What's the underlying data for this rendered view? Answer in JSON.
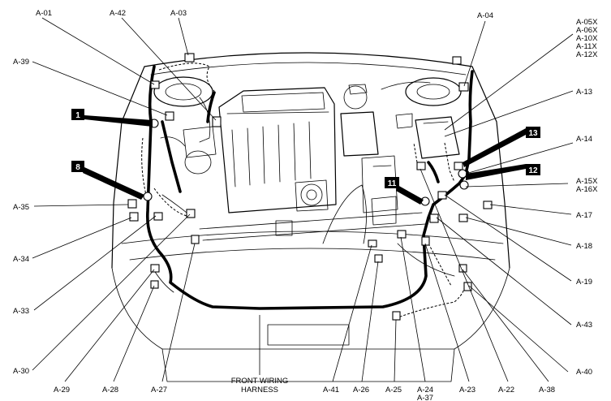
{
  "labels": {
    "a01": "A-01",
    "a42": "A-42",
    "a03": "A-03",
    "a04": "A-04",
    "a05_group": [
      "A-05X",
      "A-06X",
      "A-10X",
      "A-11X",
      "A-12X"
    ],
    "a39": "A-39",
    "a13": "A-13",
    "a14": "A-14",
    "a15_group": [
      "A-15X",
      "A-16X"
    ],
    "a17": "A-17",
    "a18": "A-18",
    "a19": "A-19",
    "a43": "A-43",
    "a40": "A-40",
    "a35": "A-35",
    "a34": "A-34",
    "a33": "A-33",
    "a30": "A-30",
    "a29": "A-29",
    "a28": "A-28",
    "a27": "A-27",
    "harness": [
      "FRONT WIRING",
      "HARNESS"
    ],
    "a41": "A-41",
    "a26": "A-26",
    "a25": "A-25",
    "a24_group": [
      "A-24",
      "A-37"
    ],
    "a23": "A-23",
    "a22": "A-22",
    "a38": "A-38"
  },
  "flags": {
    "f1": "1",
    "f8": "8",
    "f11": "11",
    "f12": "12",
    "f13": "13"
  },
  "colors": {
    "ink": "#000000",
    "paper": "#ffffff"
  }
}
